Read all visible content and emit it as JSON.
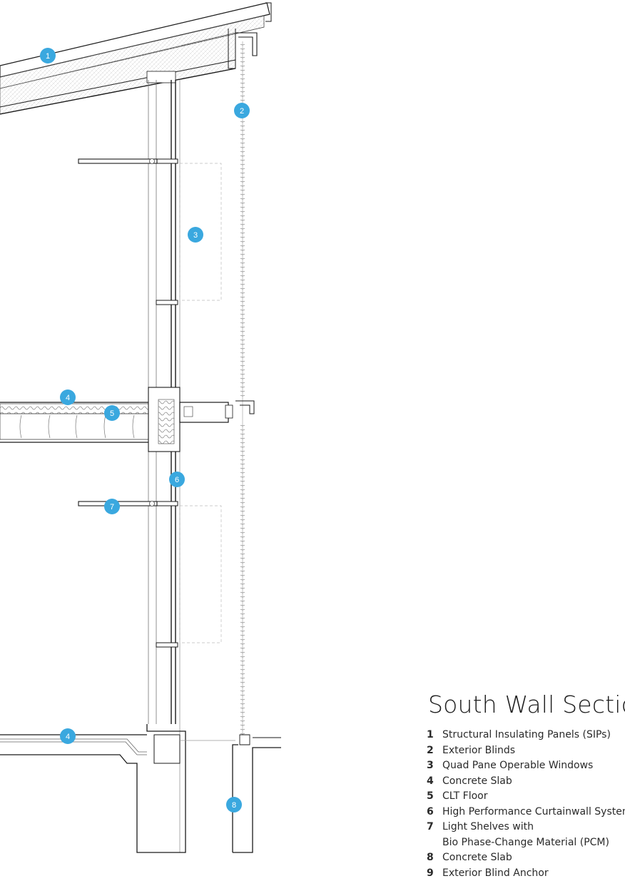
{
  "title": "South Wall Section",
  "legend": [
    {
      "num": "1",
      "lines": [
        "Structural Insulating Panels (SIPs)"
      ]
    },
    {
      "num": "2",
      "lines": [
        "Exterior Blinds"
      ]
    },
    {
      "num": "3",
      "lines": [
        "Quad Pane Operable Windows"
      ]
    },
    {
      "num": "4",
      "lines": [
        "Concrete Slab"
      ]
    },
    {
      "num": "5",
      "lines": [
        "CLT Floor"
      ]
    },
    {
      "num": "6",
      "lines": [
        "High Performance Curtainwall System"
      ]
    },
    {
      "num": "7",
      "lines": [
        "Light Shelves with",
        "Bio Phase-Change Material (PCM)"
      ]
    },
    {
      "num": "8",
      "lines": [
        "Concrete Slab"
      ]
    },
    {
      "num": "9",
      "lines": [
        "Exterior Blind Anchor"
      ]
    }
  ],
  "callouts": [
    "1",
    "2",
    "3",
    "4",
    "5",
    "6",
    "7",
    "4",
    "8"
  ],
  "colors": {
    "callout": "#3aa8df",
    "line": "#1a1a1a",
    "fine_line": "#9a9a9a",
    "text": "#2a2a2a"
  }
}
